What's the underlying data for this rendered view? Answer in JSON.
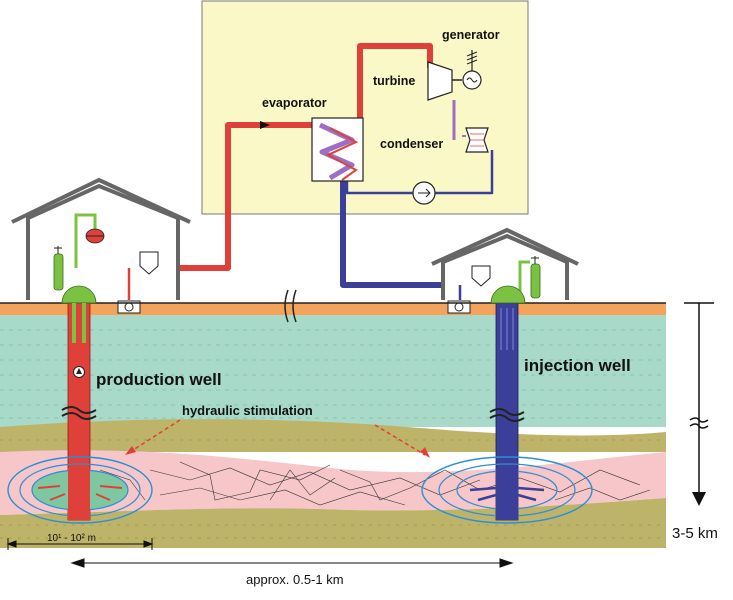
{
  "labels": {
    "generator": "generator",
    "turbine": "turbine",
    "evaporator": "evaporator",
    "condenser": "condenser",
    "production_well": "production well",
    "injection_well": "injection well",
    "hydraulic_stimulation": "hydraulic stimulation",
    "fracture_zone_size": "10¹ - 10² m",
    "well_spacing": "approx. 0.5-1 km",
    "depth": "3-5 km"
  },
  "colors": {
    "plant_box": "#fbf8c8",
    "hot_pipe": "#e0403a",
    "cold_pipe": "#3b3f9a",
    "heat_exchanger": "#9c6fc4",
    "ground_surface": "#f3a35a",
    "upper_layer": "#a9d9c9",
    "clay_layer": "#bdb46a",
    "reservoir": "#f6c6c8",
    "wellhead": "#7cc242"
  }
}
